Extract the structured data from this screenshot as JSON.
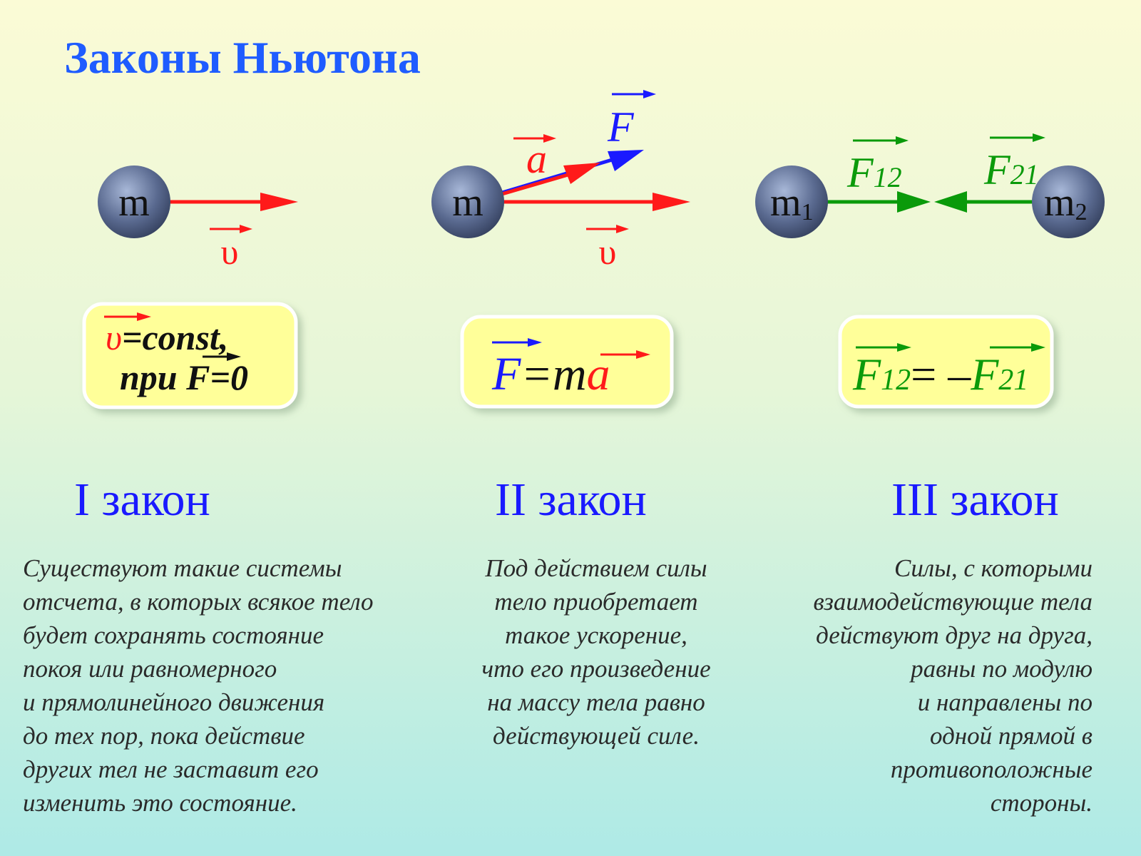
{
  "title": "Законы Ньютона",
  "colors": {
    "title": "#1f5cff",
    "heading": "#1a1aff",
    "velocity": "#ff1a1a",
    "force": "#1a1aff",
    "green": "#0a9a0a",
    "box": "#ffff99",
    "ball": "#4a5a80"
  },
  "law1": {
    "mass": "m",
    "velocity": "υ",
    "formula": {
      "v": "υ",
      "eq_const": "=const,",
      "pri": "при ",
      "F": "F",
      "eq_zero": "=0"
    },
    "heading": "I закон",
    "text": [
      "Существуют такие системы",
      "отсчета, в которых всякое тело",
      "будет сохранять состояние",
      "покоя или равномерного",
      "и прямолинейного движения",
      "до тех пор, пока действие",
      "других тел не заставит его",
      "изменить это состояние."
    ]
  },
  "law2": {
    "mass": "m",
    "velocity": "υ",
    "accel": "a",
    "force": "F",
    "formula": {
      "F": "F",
      "eq_m": "=m",
      "a": "a"
    },
    "heading": "II закон",
    "text": [
      "Под действием силы",
      "тело приобретает",
      "такое ускорение,",
      "что его произведение",
      "на массу тела равно",
      "действующей силе."
    ]
  },
  "law3": {
    "mass1": "m",
    "sub1": "1",
    "mass2": "m",
    "sub2": "2",
    "f12": "F",
    "f12_sub": "12",
    "f21": "F",
    "f21_sub": "21",
    "formula": {
      "F1": "F",
      "sub1": "12",
      "eq": "= –",
      "F2": "F",
      "sub2": "21"
    },
    "heading": "III закон",
    "text": [
      "Силы, с которыми",
      "взаимодействующие тела",
      "действуют друг на друга,",
      "равны по модулю",
      "и направлены по",
      "одной прямой в",
      "противоположные",
      "стороны."
    ]
  }
}
